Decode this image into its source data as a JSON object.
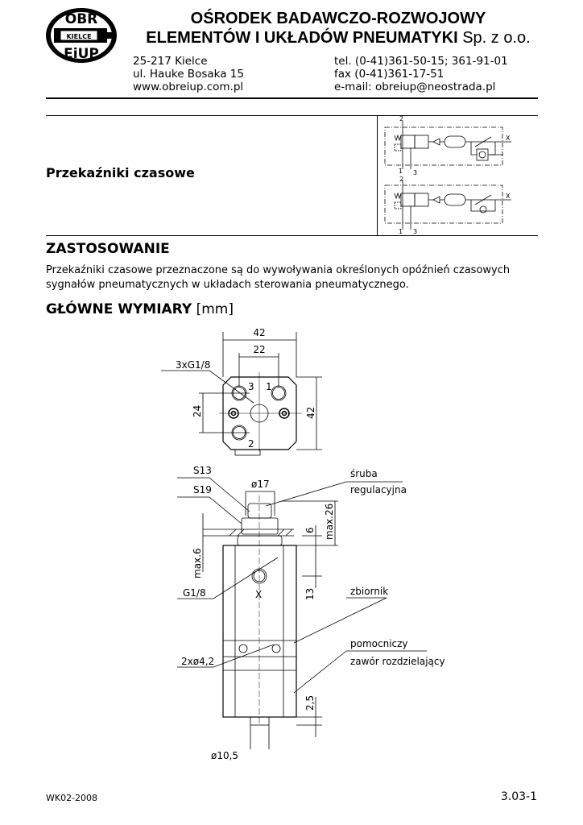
{
  "logo": {
    "top": "OBR",
    "middle": "KIELCE",
    "bottom": "EiUP"
  },
  "header": {
    "title_line1": "OŚRODEK BADAWCZO-ROZWOJOWY",
    "title_line2": "ELEMENTÓW I UKŁADÓW PNEUMATYKI",
    "title_suffix": "Sp. z o.o.",
    "address": [
      "25-217 Kielce",
      "ul. Hauke Bosaka 15",
      "www.obreiup.com.pl"
    ],
    "contact": [
      "tel. (0-41)361-50-15; 361-91-01",
      "fax (0-41)361-17-51",
      "e-mail: obreiup@neostrada.pl"
    ]
  },
  "product": {
    "name": "Przekaźniki czasowe"
  },
  "schematic": {
    "port_labels": [
      "2",
      "1",
      "3",
      "X"
    ]
  },
  "section_application": {
    "heading": "ZASTOSOWANIE",
    "text": "Przekaźniki czasowe przeznaczone są do wywoływania określonych opóźnień czasowych sygnałów pneumatycznych w układach sterowania pneumatycznego."
  },
  "section_dimensions": {
    "heading": "GŁÓWNE WYMIARY",
    "unit": "[mm]"
  },
  "drawing": {
    "top_view": {
      "width_outer": "42",
      "port_spacing": "22",
      "ports_label": "3xG1/8",
      "vertical_spacing": "24",
      "height": "42",
      "port1": "1",
      "port2": "2",
      "port3": "3"
    },
    "side_view": {
      "s13": "S13",
      "s19": "S19",
      "dia17": "ø17",
      "screw_label_1": "śruba",
      "screw_label_2": "regulacyjna",
      "max26": "max.26",
      "dim6": "6",
      "max6": "max.6",
      "dim13": "13",
      "g18": "G1/8",
      "x": "X",
      "tank": "zbiornik",
      "holes": "2xø4,2",
      "valve_1": "pomocniczy",
      "valve_2": "zawór rozdzielający",
      "dim25": "2,5",
      "dia105": "ø10,5"
    }
  },
  "footer": {
    "code": "WK02-2008",
    "page": "3.03-1"
  }
}
